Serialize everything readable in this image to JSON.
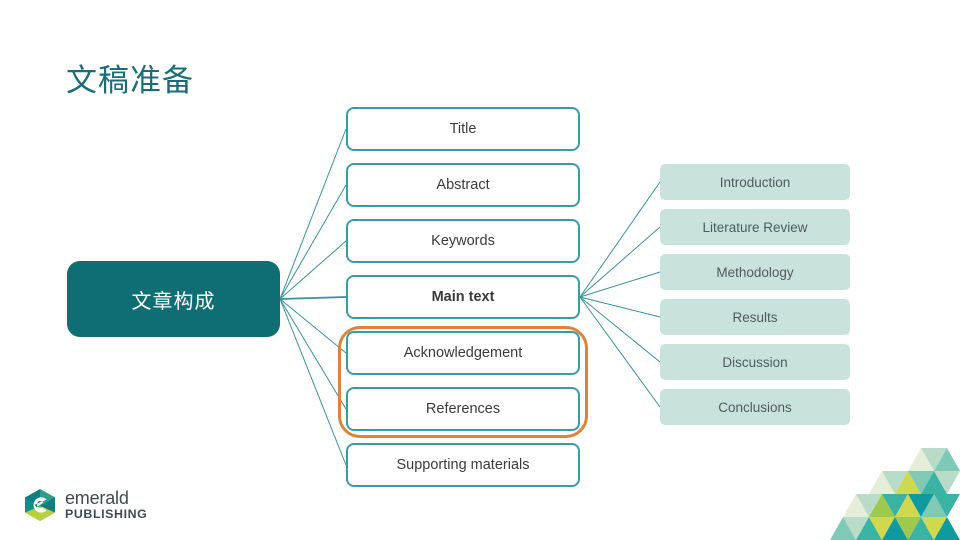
{
  "slide": {
    "title": "文稿准备",
    "title_color": "#1b6c78",
    "background": "#ffffff"
  },
  "root": {
    "label": "文章构成",
    "fill": "#0f6e73",
    "text_color": "#ffffff"
  },
  "middle_column": {
    "border_color": "#3c9aa4",
    "fill": "#ffffff",
    "text_color": "#3a3a3a",
    "items": [
      {
        "label": "Title",
        "bold": false
      },
      {
        "label": "Abstract",
        "bold": false
      },
      {
        "label": "Keywords",
        "bold": false
      },
      {
        "label": "Main text",
        "bold": true
      },
      {
        "label": "Acknowledgement",
        "bold": false
      },
      {
        "label": "References",
        "bold": false
      },
      {
        "label": "Supporting materials",
        "bold": false
      }
    ]
  },
  "highlight": {
    "color": "#d9863c",
    "covers": [
      "Acknowledgement",
      "References"
    ]
  },
  "right_column": {
    "fill": "#c9e3dc",
    "text_color": "#4f5a5c",
    "items": [
      {
        "label": "Introduction"
      },
      {
        "label": "Literature Review"
      },
      {
        "label": "Methodology"
      },
      {
        "label": "Results"
      },
      {
        "label": "Discussion"
      },
      {
        "label": "Conclusions"
      }
    ]
  },
  "connectors": {
    "color": "#3c8f99"
  },
  "logo": {
    "name": "emerald-publishing-logo",
    "word_primary": "emerald",
    "word_secondary": "PUBLISHING",
    "colors": {
      "dark_teal": "#127d7f",
      "mid_green": "#4fa98f",
      "light_green": "#8fc63d",
      "yellow": "#cfd64a",
      "text": "#3f4a52"
    }
  },
  "decoration": {
    "name": "triangle-mosaic",
    "colors": [
      "#0f9aa0",
      "#3bb3a3",
      "#7fc9b6",
      "#b8dcc8",
      "#cfd84f",
      "#9ec94f",
      "#e6eeda"
    ]
  }
}
